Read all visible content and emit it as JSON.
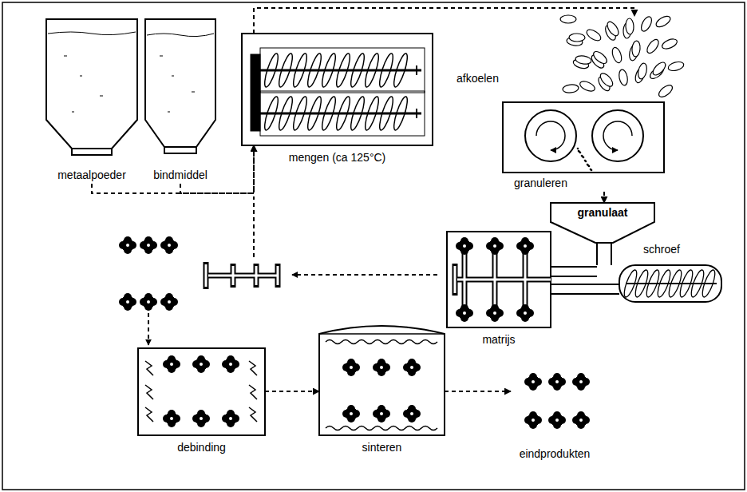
{
  "diagram": {
    "nodes": [
      {
        "text": [
          "metaalpoeder"
        ]
      },
      {
        "text": [
          "bindmiddel"
        ]
      },
      {
        "text": [
          "mengen (ca 125°C)"
        ]
      },
      {
        "text": [
          "granuleren"
        ]
      },
      {
        "text": [
          "granulaat"
        ]
      },
      {
        "text": [
          "matrijs"
        ]
      },
      {
        "text": [
          "debinding"
        ]
      },
      {
        "text": [
          "sinteren"
        ]
      },
      {
        "text": [
          "eindprodukten"
        ]
      }
    ],
    "edges": [
      {
        "from": 0,
        "to": 2,
        "arrow": "to"
      },
      {
        "from": 1,
        "to": 2,
        "arrow": "to"
      },
      {
        "from": 2,
        "to": 3,
        "arrow": "to"
      },
      {
        "from": 3,
        "to": 4,
        "arrow": "to"
      },
      {
        "from": 6,
        "to": 7,
        "arrow": "to"
      },
      {
        "from": 7,
        "to": 8,
        "arrow": "to"
      }
    ],
    "labels": [
      "afkoelen",
      "schroef"
    ]
  }
}
